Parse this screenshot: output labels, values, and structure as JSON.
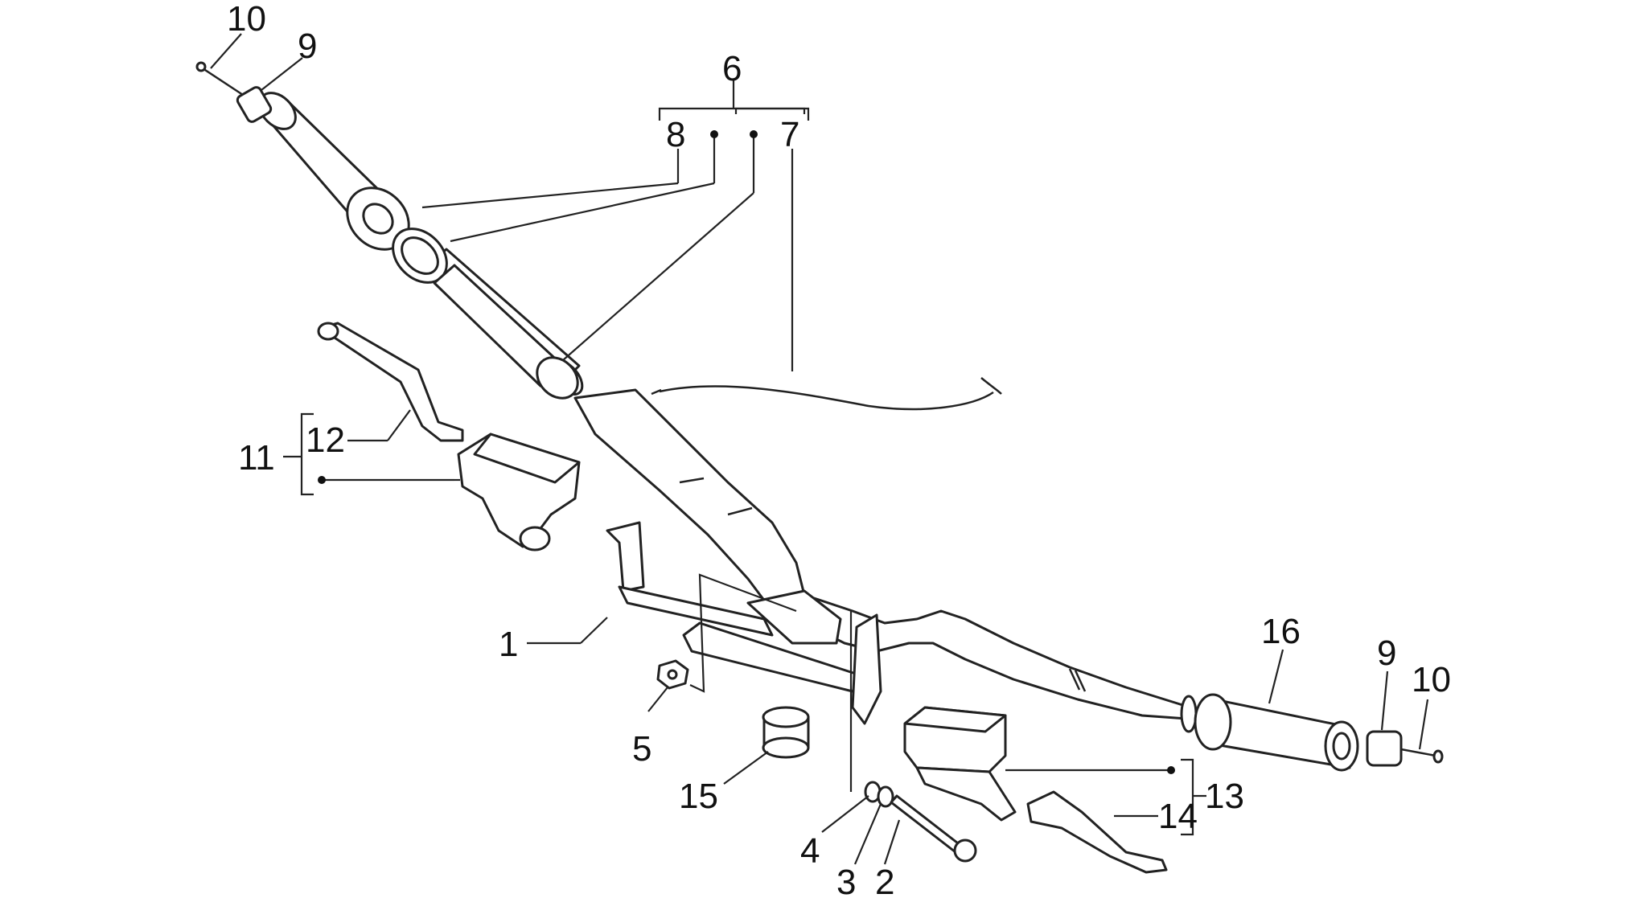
{
  "diagram": {
    "callouts": [
      {
        "id": "c1",
        "label": "1"
      },
      {
        "id": "c2",
        "label": "2"
      },
      {
        "id": "c3",
        "label": "3"
      },
      {
        "id": "c4",
        "label": "4"
      },
      {
        "id": "c5",
        "label": "5"
      },
      {
        "id": "c6",
        "label": "6"
      },
      {
        "id": "c7",
        "label": "7"
      },
      {
        "id": "c8",
        "label": "8"
      },
      {
        "id": "c9a",
        "label": "9"
      },
      {
        "id": "c9b",
        "label": "9"
      },
      {
        "id": "c10a",
        "label": "10"
      },
      {
        "id": "c10b",
        "label": "10"
      },
      {
        "id": "c11",
        "label": "11"
      },
      {
        "id": "c12",
        "label": "12"
      },
      {
        "id": "c13",
        "label": "13"
      },
      {
        "id": "c14",
        "label": "14"
      },
      {
        "id": "c15",
        "label": "15"
      },
      {
        "id": "c16",
        "label": "16"
      }
    ]
  }
}
